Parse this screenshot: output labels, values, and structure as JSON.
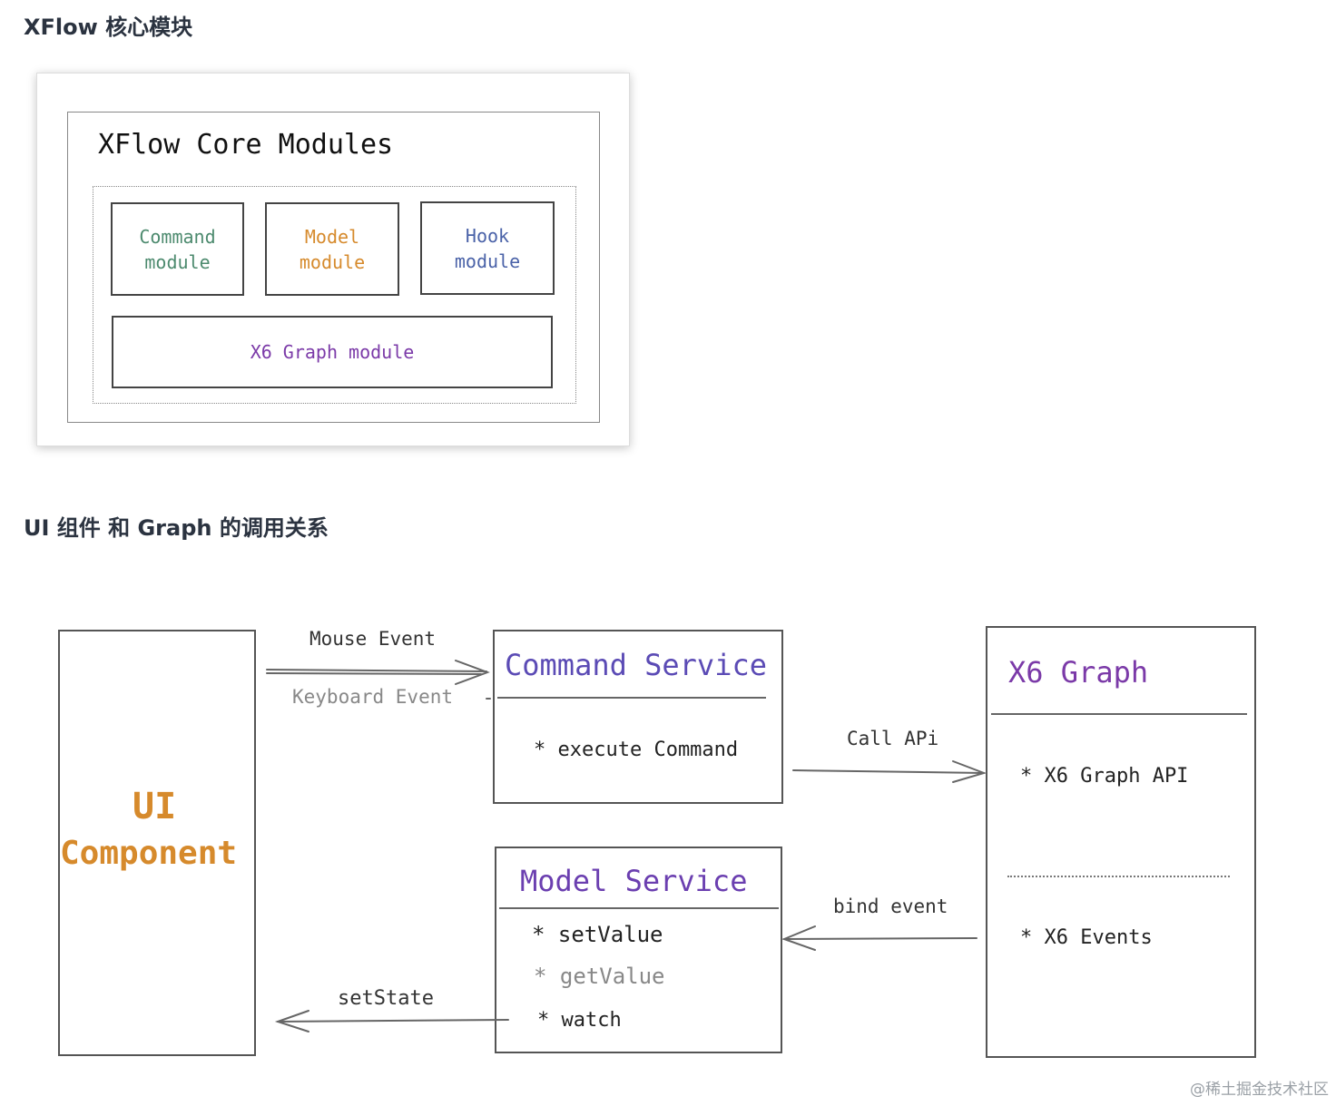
{
  "headings": {
    "core_modules": "XFlow 核心模块",
    "relation": "UI 组件 和 Graph 的调用关系"
  },
  "core_diagram": {
    "title": "XFlow Core Modules",
    "command_module": {
      "line1": "Command",
      "line2": "module",
      "color": "#4c8a6e"
    },
    "model_module": {
      "line1": "Model",
      "line2": "module",
      "color": "#d68a2c"
    },
    "hook_module": {
      "line1": "Hook",
      "line2": "module",
      "color": "#4a62a8"
    },
    "graph_module": {
      "label": "X6 Graph module",
      "color": "#7b3aa8"
    }
  },
  "relation_diagram": {
    "ui_component": {
      "line1": "UI",
      "line2": "Component",
      "color": "#d68a2c"
    },
    "command_service": {
      "title": "Command Service",
      "item": "* execute Command",
      "color": "#5b4bb5"
    },
    "model_service": {
      "title": "Model Service",
      "items": [
        "* setValue",
        "* getValue",
        "* watch"
      ],
      "color": "#6b3fb0"
    },
    "x6_graph": {
      "title": "X6 Graph",
      "items": [
        "*  X6 Graph API",
        "*  X6 Events"
      ],
      "color": "#7b3aa8"
    },
    "edges": {
      "mouse_event": "Mouse Event",
      "keyboard_event": "Keyboard Event",
      "call_api": "Call APi",
      "bind_event": "bind event",
      "set_state": "setState"
    }
  },
  "watermark": "@稀土掘金技术社区"
}
